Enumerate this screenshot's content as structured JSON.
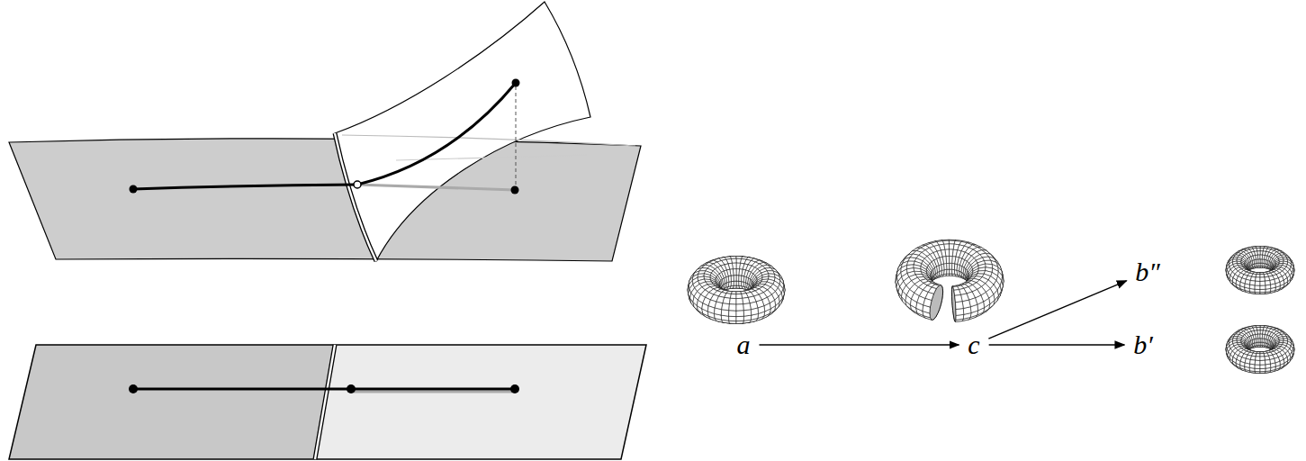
{
  "diagram": {
    "nodes": [
      {
        "text": [
          "a"
        ]
      },
      {
        "text": [
          "c"
        ]
      },
      {
        "text": [
          "b″"
        ]
      },
      {
        "text": [
          "b′"
        ]
      }
    ],
    "edges": [
      {
        "from": 0,
        "to": 1,
        "arrow": "to"
      },
      {
        "from": 1,
        "to": 2,
        "arrow": "to"
      },
      {
        "from": 1,
        "to": 3,
        "arrow": "to"
      }
    ],
    "labels": [
      "a",
      "c",
      "b′",
      "b″",
      "a",
      "c",
      "b"
    ]
  }
}
